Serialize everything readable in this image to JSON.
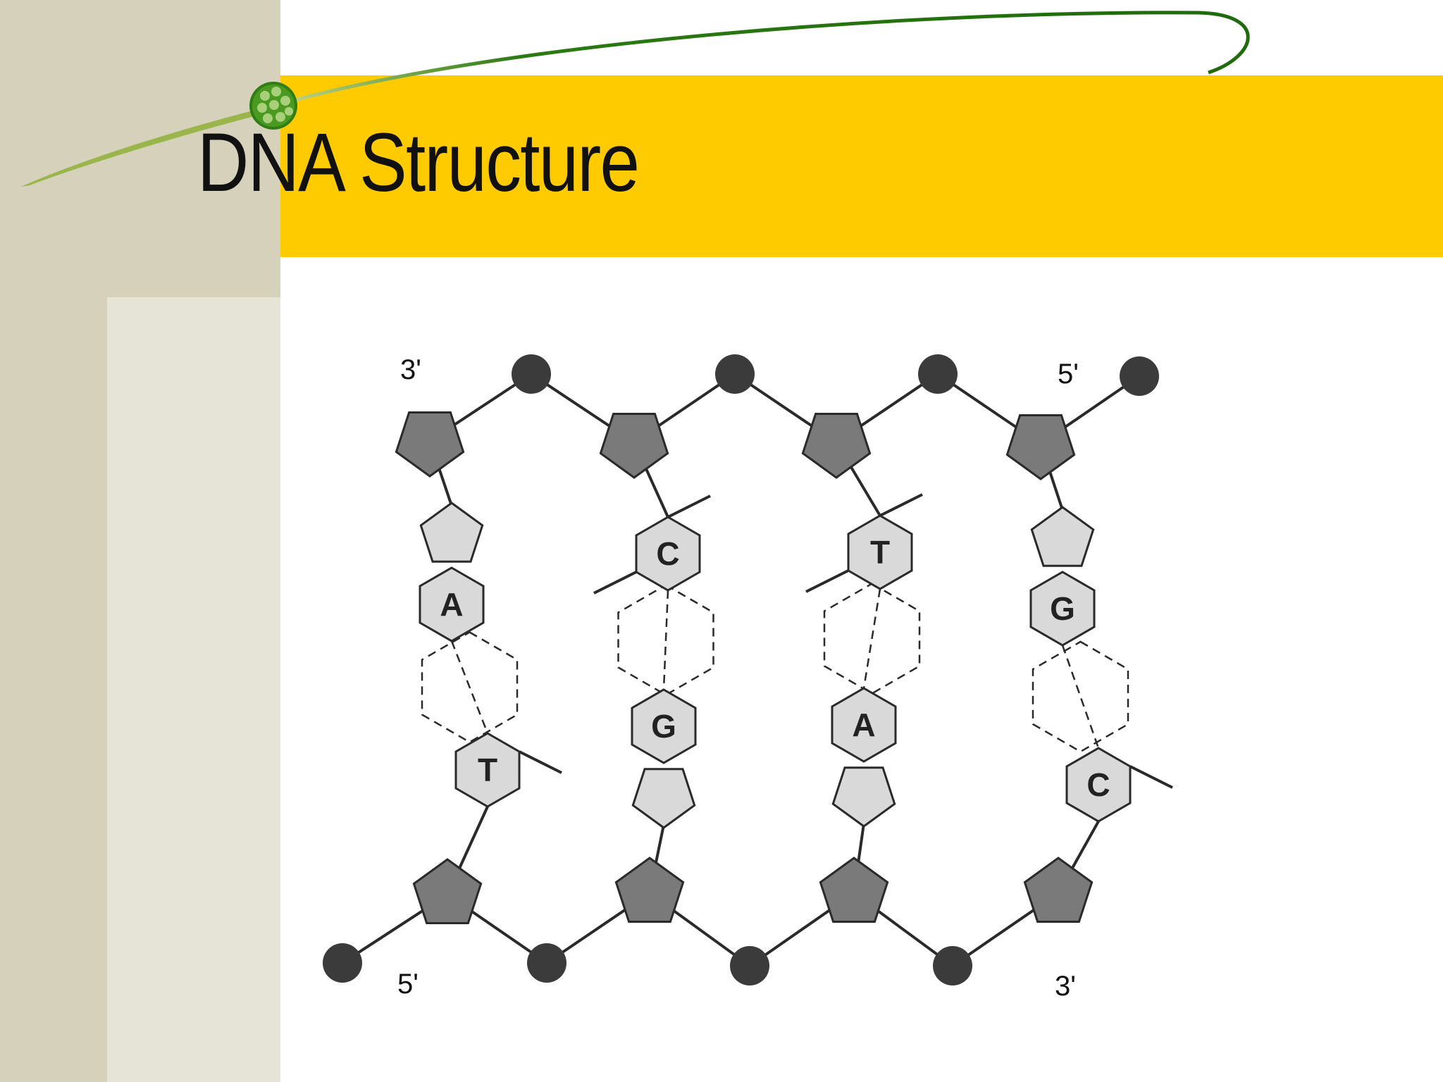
{
  "slide": {
    "title": "DNA Structure"
  },
  "diagram": {
    "strand_ends": {
      "top_left": "3'",
      "top_right": "5'",
      "bottom_left": "5'",
      "bottom_right": "3'"
    },
    "base_pairs": [
      {
        "top": "A",
        "bottom": "T"
      },
      {
        "top": "C",
        "bottom": "G"
      },
      {
        "top": "T",
        "bottom": "A"
      },
      {
        "top": "G",
        "bottom": "C"
      }
    ]
  },
  "colors": {
    "title_bar": "#fdcb00",
    "left_band": "#d5d1bb",
    "left_band_light": "#e6e4d7",
    "swoosh": "#2b7a12",
    "sugar": "#7a7a7a",
    "phosphate": "#3b3b3b",
    "base": "#d9d9d9"
  },
  "icons": {
    "logo": "cell-cluster-icon"
  }
}
